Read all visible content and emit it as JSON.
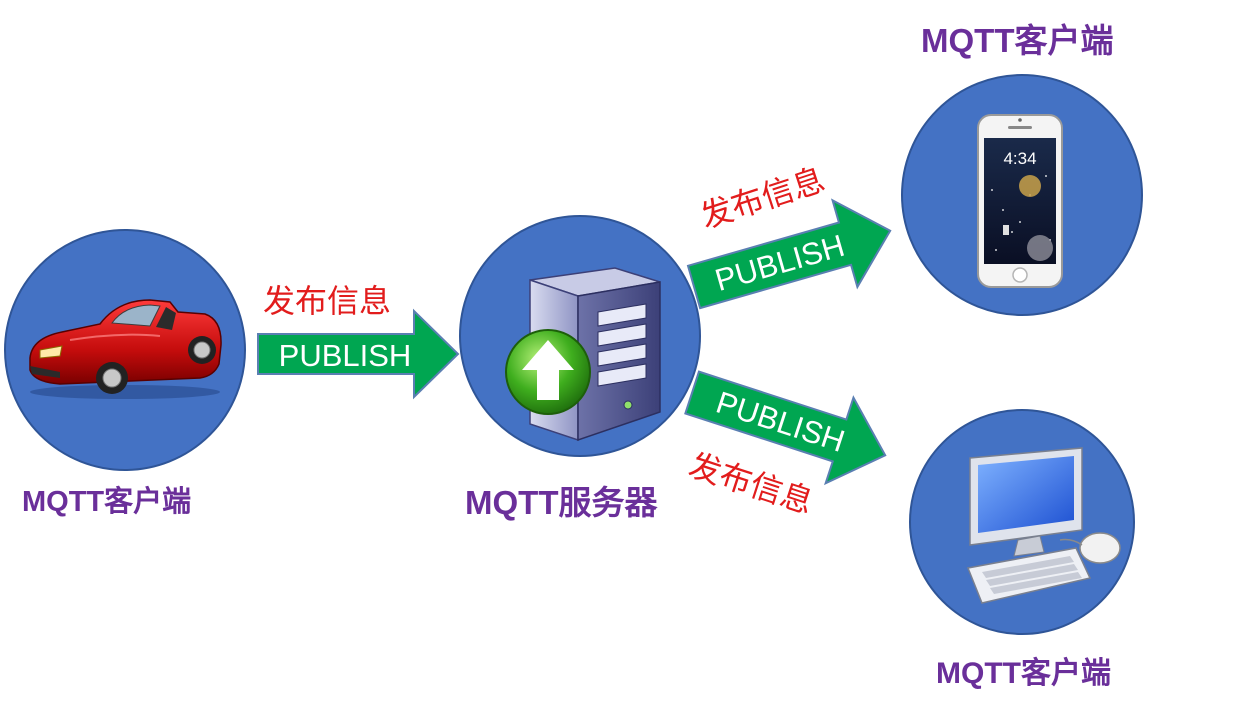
{
  "labels": {
    "car_client": "MQTT客户端",
    "server": "MQTT服务器",
    "phone_client": "MQTT客户端",
    "pc_client": "MQTT客户端"
  },
  "arrows": {
    "left_publish": "PUBLISH",
    "upper_publish": "PUBLISH",
    "lower_publish": "PUBLISH"
  },
  "captions": {
    "left_info": "发布信息",
    "upper_info": "发布信息",
    "lower_info": "发布信息"
  },
  "phone": {
    "clock": "4:34"
  },
  "colors": {
    "circle_fill": "#4472c4",
    "arrow_fill": "#00a651",
    "label_purple": "#6a2f9a",
    "caption_red": "#e21c1c"
  },
  "icons": [
    "car-icon",
    "server-icon",
    "smartphone-icon",
    "desktop-computer-icon"
  ]
}
